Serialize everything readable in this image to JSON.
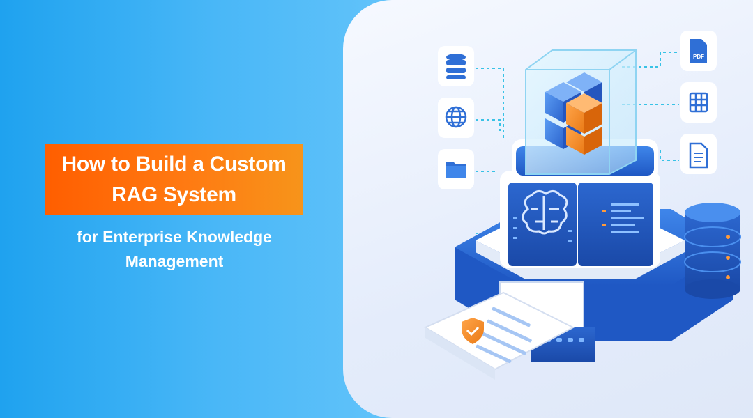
{
  "title": {
    "line1": "How to Build a Custom",
    "line2": "RAG System"
  },
  "subtitle": {
    "line1": "for Enterprise Knowledge",
    "line2": "Management"
  },
  "icons": {
    "pdf_label": "PDF"
  },
  "colors": {
    "left_gradient_start": "#1fa2ef",
    "left_gradient_end": "#62c3fa",
    "banner_start": "#ff5e00",
    "banner_end": "#f7941a",
    "primary_blue": "#2f6fd6",
    "accent_orange": "#f08a24",
    "dashed_line": "#3bc3e6"
  }
}
